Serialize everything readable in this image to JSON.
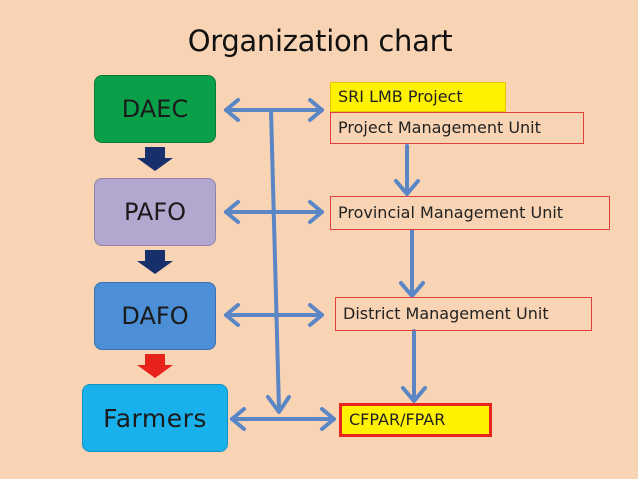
{
  "title": "Organization chart",
  "org_levels": [
    {
      "label": "DAEC",
      "color": "#0aa04a"
    },
    {
      "label": "PAFO",
      "color": "#b4a7cf"
    },
    {
      "label": "DAFO",
      "color": "#4c8fd6"
    },
    {
      "label": "Farmers",
      "color": "#19b1ec"
    }
  ],
  "units": {
    "project_label": "SRI LMB Project",
    "project_unit": "Project Management Unit",
    "provincial_unit": "Provincial Management Unit",
    "district_unit": "District Management Unit",
    "cfpar": "CFPAR/FPAR"
  },
  "colors": {
    "background": "#f8d4b4",
    "connector_blue": "#5a86c6",
    "hierarchy_arrow_navy": "#17306b",
    "hierarchy_arrow_red": "#e8231b",
    "project_highlight": "#fff200",
    "unit_border": "#e0403a",
    "cfpar_border": "#e8231b",
    "cfpar_fill": "#fff200"
  }
}
